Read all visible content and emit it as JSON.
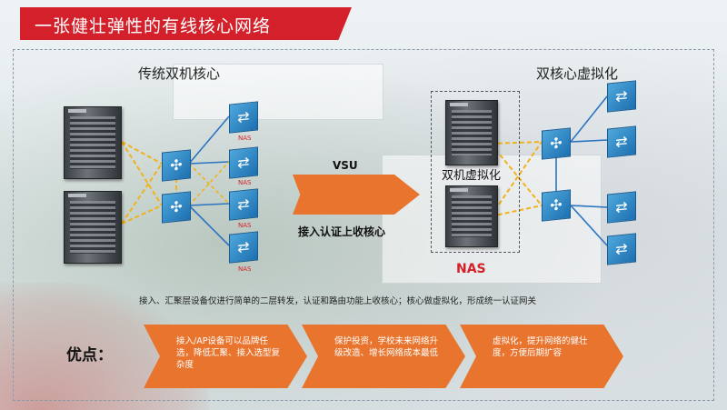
{
  "title": "一张健壮弹性的有线核心网络",
  "left_section": {
    "label": "传统双机核心",
    "nas_labels": [
      "NAS",
      "NAS",
      "NAS",
      "NAS"
    ]
  },
  "right_section": {
    "label": "双核心虚拟化",
    "vbox_label": "双机虚拟化",
    "nas_label": "NAS"
  },
  "arrow": {
    "top_label": "VSU",
    "bottom_label": "接入认证上收核心"
  },
  "description": "接入、汇聚层设备仅进行简单的二层转发，认证和路由功能上收核心；核心做虚拟化，形成统一认证网关",
  "advantages": {
    "label": "优点：",
    "items": [
      "接入/AP设备可以品牌任选，降低汇聚、接入选型复杂度",
      "保护投资，学校未来网络升级改造、增长网络成本最低",
      "虚拟化，提升网络的健壮度，方便后期扩容"
    ]
  },
  "colors": {
    "title_red": "#d4202a",
    "accent_orange": "#e8742e",
    "switch_blue": "#2b86c8",
    "link_blue": "#2a73c0",
    "link_yellow": "#f2b21a"
  },
  "icons": [
    "chassis-switch",
    "aggregation-switch",
    "access-switch",
    "vsu-arrow"
  ]
}
